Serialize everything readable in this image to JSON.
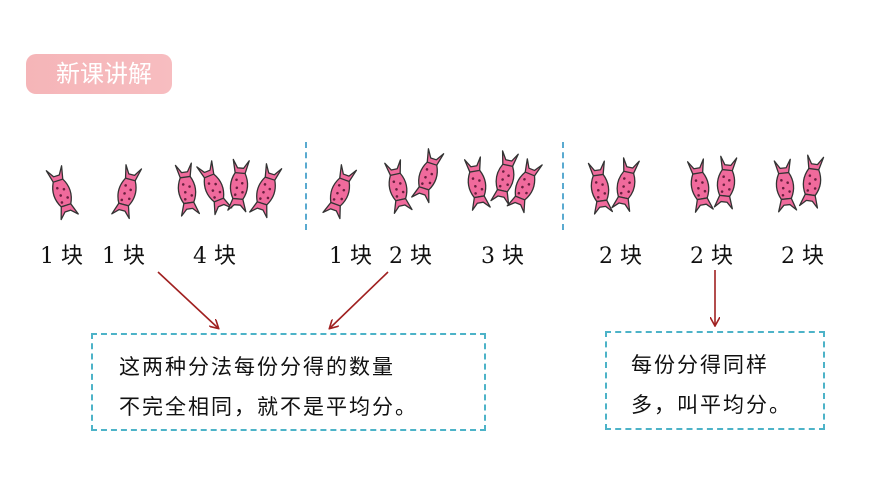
{
  "section_tag": "新课讲解",
  "group1": {
    "labels": [
      "1 块",
      "1 块",
      "4 块"
    ],
    "counts": [
      1,
      1,
      4
    ]
  },
  "group2": {
    "labels": [
      "1 块",
      "2 块",
      "3 块"
    ],
    "counts": [
      1,
      2,
      3
    ]
  },
  "group3": {
    "labels": [
      "2 块",
      "2 块",
      "2 块"
    ],
    "counts": [
      2,
      2,
      2
    ]
  },
  "box_left": {
    "line1": "这两种分法每份分得的数量",
    "line2": "不完全相同，就不是平均分。"
  },
  "box_right": {
    "line1": "每份分得同样",
    "line2": "多，叫平均分。"
  },
  "colors": {
    "candy_fill": "#f06a9c",
    "candy_dots": "#6b1f3f",
    "arrow": "#a02020",
    "box_border": "#4db3c8",
    "divider": "#5aaad0",
    "tag_bg": "#f5b5b8"
  }
}
